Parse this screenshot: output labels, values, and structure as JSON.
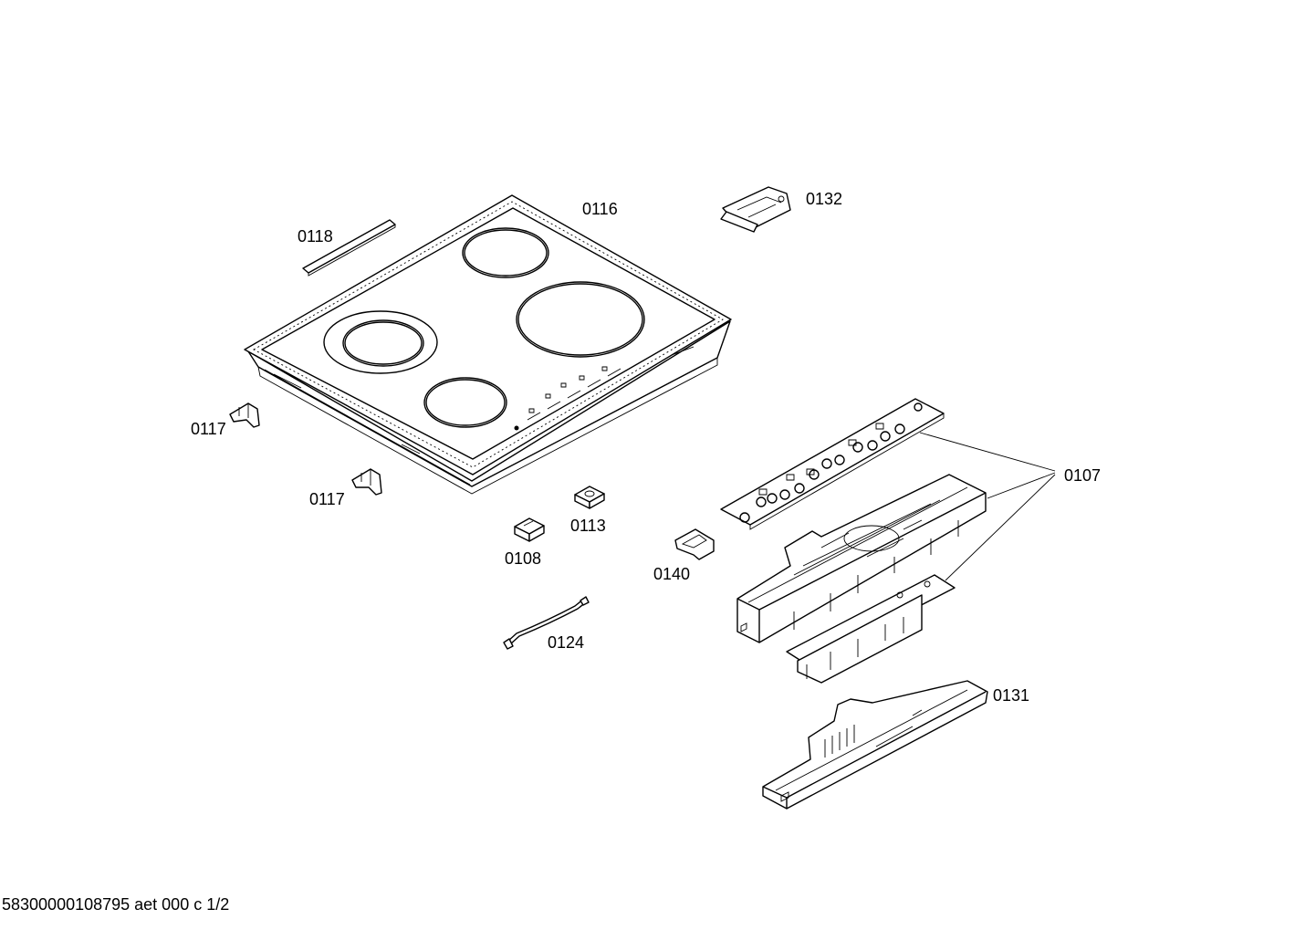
{
  "parts": {
    "p0116": "0116",
    "p0118": "0118",
    "p0132": "0132",
    "p0117a": "0117",
    "p0117b": "0117",
    "p0113": "0113",
    "p0108": "0108",
    "p0140": "0140",
    "p0107": "0107",
    "p0124": "0124",
    "p0131": "0131"
  },
  "footer": "58300000108795 aet 000 c 1/2"
}
